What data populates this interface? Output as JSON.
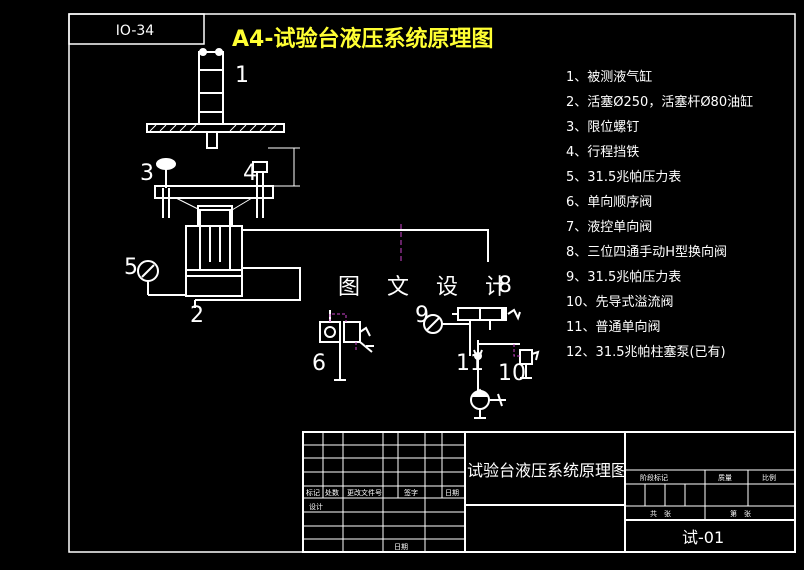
{
  "drawing": {
    "title": "A4-试验台液压系统原理图",
    "code_box": "IO-34",
    "watermark": "图 文 设 计",
    "title_color": "#ffff33"
  },
  "callouts": {
    "c1": "1",
    "c2": "2",
    "c3": "3",
    "c4": "4",
    "c5": "5",
    "c6": "6",
    "c8": "8",
    "c9": "9",
    "c10": "10",
    "c11": "11"
  },
  "legend": [
    "1、被测液气缸",
    "2、活塞Ø250，活塞杆Ø80油缸",
    "3、限位螺钉",
    "4、行程挡铁",
    "5、31.5兆帕压力表",
    "6、单向顺序阀",
    "7、液控单向阀",
    "8、三位四通手动H型换向阀",
    "9、31.5兆帕压力表",
    "10、先导式溢流阀",
    "11、普通单向阀",
    "12、31.5兆帕柱塞泵(已有)"
  ],
  "title_block": {
    "name": "试验台液压系统原理图",
    "drawing_no": "试-01",
    "rev_headers": [
      "标记",
      "处数",
      "更改文件号",
      "签字",
      "日期"
    ],
    "design": "设计",
    "date": "日期",
    "stage_headers": [
      "阶段标记",
      "质量",
      "比例"
    ],
    "sheet": "共　张",
    "sheet_of": "第　张"
  }
}
